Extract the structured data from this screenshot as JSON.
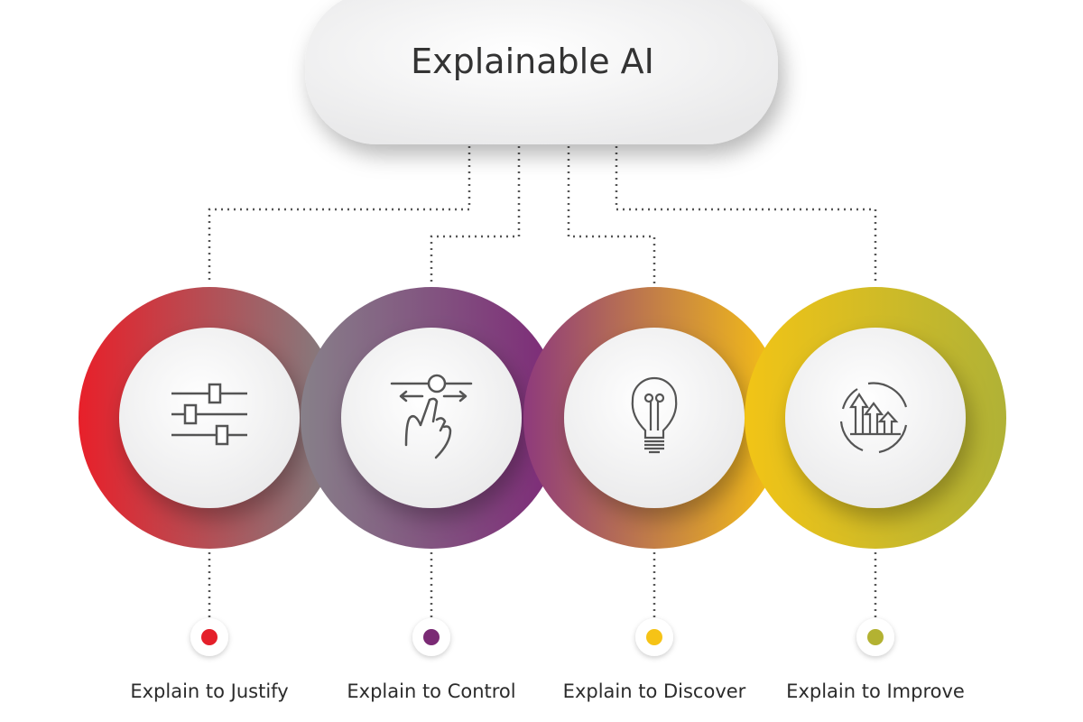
{
  "title": "Explainable AI",
  "items": [
    {
      "label": "Explain to Justify",
      "icon": "sliders-icon",
      "color": "#e41f2a",
      "ring_from": "#e8202a",
      "ring_to": "#7f7f82"
    },
    {
      "label": "Explain to Control",
      "icon": "swipe-hand-icon",
      "color": "#7a2a74",
      "ring_from": "#878089",
      "ring_to": "#7d2877"
    },
    {
      "label": "Explain to Discover",
      "icon": "lightbulb-icon",
      "color": "#f6c316",
      "ring_from": "#8e3a7c",
      "ring_to": "#f8c312"
    },
    {
      "label": "Explain to Improve",
      "icon": "growth-cycle-icon",
      "color": "#b3b232",
      "ring_from": "#f2c416",
      "ring_to": "#b0b236"
    }
  ]
}
